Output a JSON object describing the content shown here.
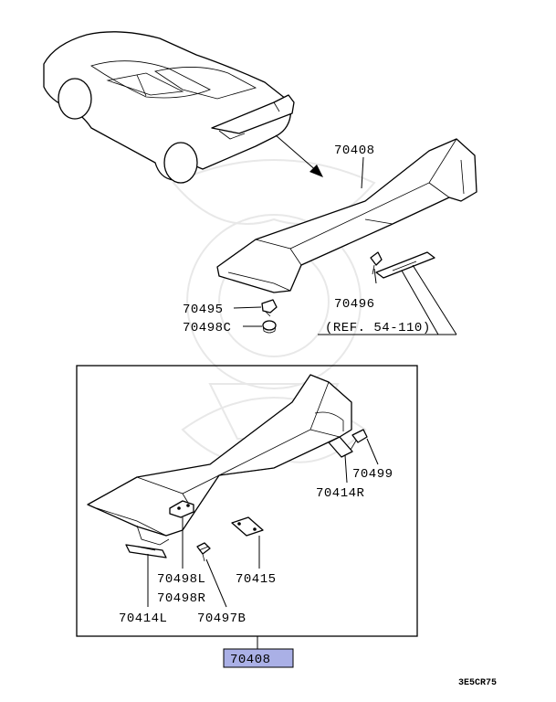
{
  "diagram": {
    "footer_code": "3E5CR75",
    "reference": "(REF. 54-110)",
    "main_part_number": "70408",
    "highlight_color": "#aab0e6",
    "callouts": {
      "upper_spoiler": "70408",
      "bolt_70495": "70495",
      "cap_70498c": "70498C",
      "clip_70496": "70496",
      "screw_70499": "70499",
      "bracket_70414r": "70414R",
      "bracket_70498l": "70498L",
      "bracket_70498r": "70498R",
      "gasket_70415": "70415",
      "bracket_70414l": "70414L",
      "clip_70497b": "70497B"
    }
  }
}
